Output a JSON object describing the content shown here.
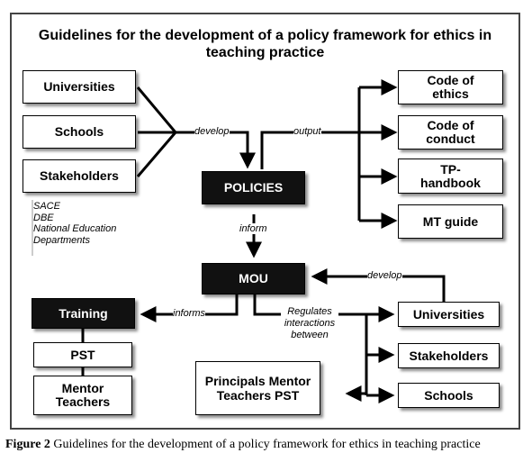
{
  "diagram": {
    "title": "Guidelines for the development of a policy framework for ethics in teaching practice",
    "developers": [
      "Universities",
      "Schools",
      "Stakeholders"
    ],
    "stakeholder_list": [
      "SACE",
      "DBE",
      "National Education",
      "Departments"
    ],
    "policies": "POLICIES",
    "outputs": [
      "Code of ethics",
      "Code of conduct",
      "TP-handbook",
      "MT guide"
    ],
    "mou": "MOU",
    "training": "Training",
    "training_targets": [
      "PST",
      "Mentor Teachers"
    ],
    "participants": [
      "Universities",
      "Stakeholders",
      "Schools"
    ],
    "principals_box": "Principals Mentor Teachers PST",
    "labels": {
      "develop_top": "develop",
      "output": "output",
      "inform": "inform",
      "informs": "informs",
      "regulates": "Regulates interactions between",
      "develop_right": "develop"
    }
  },
  "caption": {
    "figure_label": "Figure 2",
    "text": "Guidelines for the development of a policy framework for ethics in teaching practice"
  }
}
